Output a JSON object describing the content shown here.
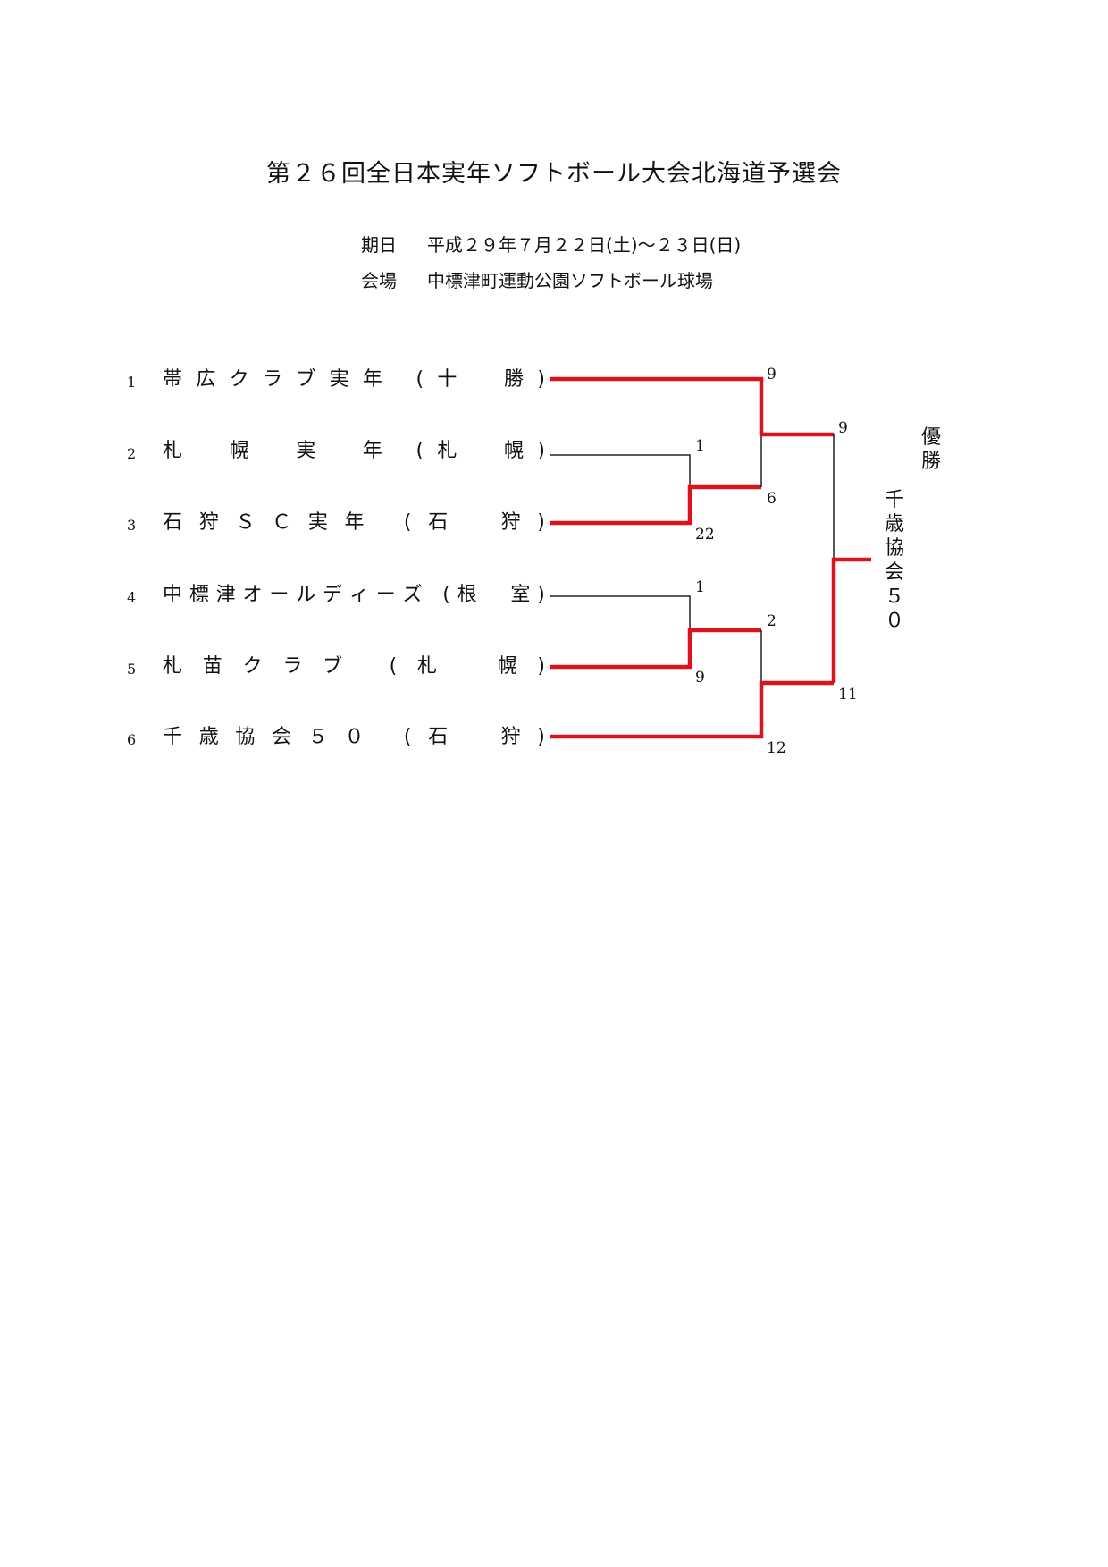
{
  "document": {
    "title": "第２６回全日本実年ソフトボール大会北海道予選会",
    "date_label": "期日",
    "date_value": "平成２９年７月２２日(土)～２３日(日)",
    "venue_label": "会場",
    "venue_value": "中標津町運動公園ソフトボール球場"
  },
  "teams": [
    {
      "num": "1",
      "chars": [
        "帯",
        "広",
        "ク",
        "ラ",
        "ブ",
        "実",
        "年",
        " ",
        "(",
        "十",
        "　",
        "勝",
        ")"
      ]
    },
    {
      "num": "2",
      "chars": [
        "札",
        "　",
        "幌",
        "　",
        "実",
        "　",
        "年",
        " ",
        "(",
        "札",
        "　",
        "幌",
        ")"
      ]
    },
    {
      "num": "3",
      "chars": [
        "石",
        "狩",
        "Ｓ",
        "Ｃ",
        "実",
        "年",
        " ",
        "(",
        "石",
        "　",
        "狩",
        ")"
      ]
    },
    {
      "num": "4",
      "chars": [
        "中",
        "標",
        "津",
        "オ",
        "ー",
        "ル",
        "デ",
        "ィ",
        "ー",
        "ズ",
        " ",
        "(",
        "根",
        "　",
        "室",
        ")"
      ]
    },
    {
      "num": "5",
      "chars": [
        "札",
        "苗",
        "ク",
        "ラ",
        "ブ",
        " ",
        "(",
        "札",
        "　",
        "幌",
        ")"
      ]
    },
    {
      "num": "6",
      "chars": [
        "千",
        "歳",
        "協",
        "会",
        "５",
        "０",
        " ",
        "(",
        "石",
        "　",
        "狩",
        ")"
      ]
    }
  ],
  "scores": {
    "r1a_top": "1",
    "r1a_bottom": "22",
    "r1b_top": "1",
    "r1b_bottom": "9",
    "sf1_top": "9",
    "sf1_bottom": "6",
    "sf2_top": "2",
    "sf2_bottom": "12",
    "final_top": "9",
    "final_bottom": "11"
  },
  "champion": {
    "label": "優勝",
    "name": "千歳協会５０"
  },
  "colors": {
    "winner_line": "#d9141c",
    "loser_line": "#222222"
  }
}
